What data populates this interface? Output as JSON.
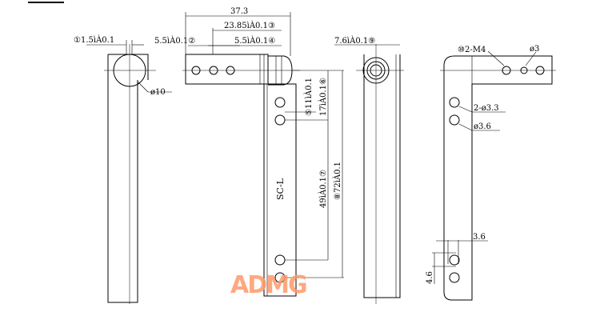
{
  "drawing": {
    "view_front": {
      "dim_1": "①1.5ìÀ0.1",
      "dia": "ø10"
    },
    "view_side": {
      "dim_total": "37.3",
      "dim_3": "23.85ìÀ0.1③",
      "dim_2": "5.5ìÀ0.1②",
      "dim_4": "5.5ìÀ0.1④",
      "dim_5": "⑤11ìÀ0.1",
      "dim_6": "17ìÀ0.1⑥",
      "dim_7": "49ìÀ0.1⑦",
      "dim_8": "⑧72ìÀ0.1",
      "part_label": "SC-L"
    },
    "view_end": {
      "dim_9": "7.6ìÀ0.1⑨"
    },
    "view_right": {
      "thread": "⑩2-M4",
      "dia3": "ø3",
      "holes": "2-ø3.3",
      "dia36": "ø3.6",
      "dim_38": "3.6",
      "dim_46": "4.6"
    }
  },
  "watermark": "ADMG",
  "colors": {
    "watermark": "#ff9a6a"
  }
}
